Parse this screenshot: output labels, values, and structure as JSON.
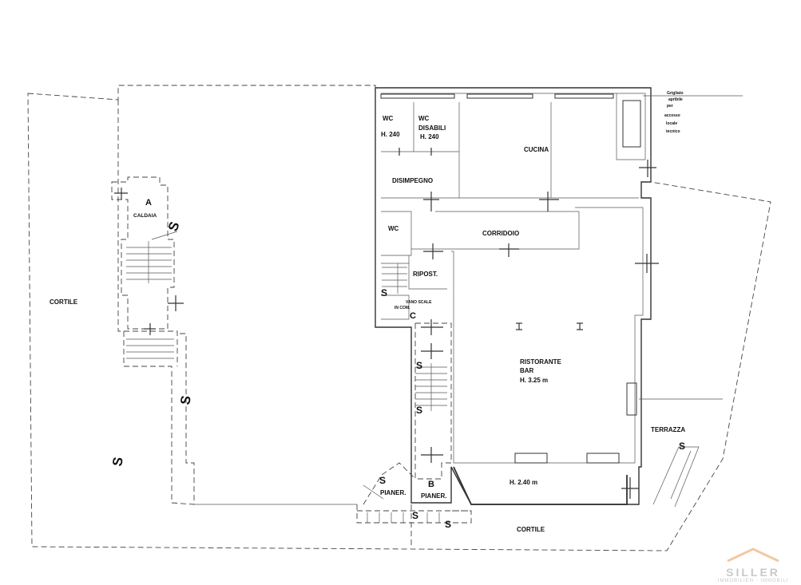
{
  "plan": {
    "rooms": {
      "wc1_label": "WC",
      "wc1_height": "H. 240",
      "wc2_label": "WC",
      "wc2_label2": "DISABILI",
      "wc2_height": "H. 240",
      "cucina": "CUCINA",
      "disimpegno": "DISIMPEGNO",
      "wc3": "WC",
      "corridoio": "CORRIDOIO",
      "ripost": "RIPOST.",
      "vano_scale_1": "VANO SCALE",
      "vano_scale_2": "IN COM.",
      "c_marker": "C",
      "ristorante_1": "RISTORANTE",
      "ristorante_2": "BAR",
      "ristorante_3": "H. 3.25 m",
      "h240": "H. 2.40 m",
      "caldaia_marker": "A",
      "caldaia": "CALDAIA",
      "b_marker": "B",
      "pianer_1": "PIANER.",
      "pianer_2": "PIANER.",
      "terrazza": "TERRAZZA",
      "cortile_left": "CORTILE",
      "cortile_bottom": "CORTILE"
    },
    "grigliato": [
      "Grigliato",
      "apribile",
      "per",
      "accesso",
      "locale",
      "tecnico"
    ],
    "section_mark": "S"
  },
  "logo": {
    "name": "SILLER",
    "subtitle": "IMMOBILIEN - IMMOBILI",
    "colors": {
      "logo": "#c9c9c9",
      "roof": "#f2c9a0"
    }
  }
}
